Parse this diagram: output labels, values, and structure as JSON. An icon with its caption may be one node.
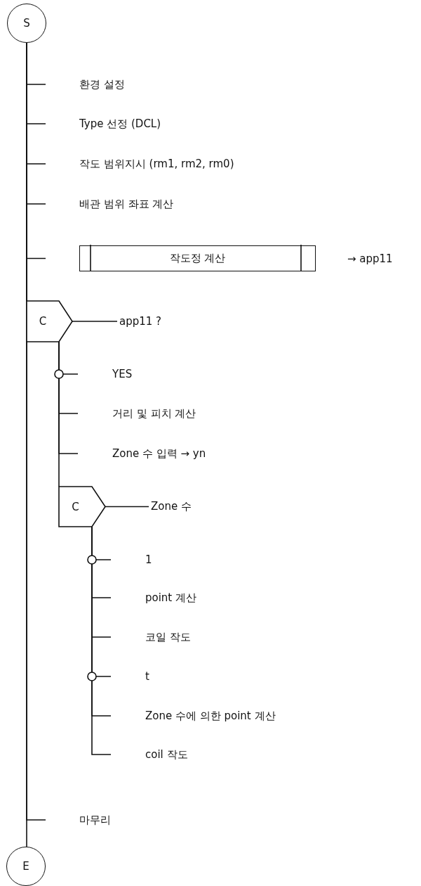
{
  "diagram": {
    "nodes": [
      {
        "text": [
          "S"
        ]
      },
      {
        "text": [
          "환경 설정"
        ]
      },
      {
        "text": [
          "Type 선정 (DCL)"
        ]
      },
      {
        "text": [
          "작도 범위지시 (rm1, rm2, rm0)"
        ]
      },
      {
        "text": [
          "배관 범위 좌표 계산"
        ]
      },
      {
        "text": [
          "작도정 계산"
        ],
        "beside": [
          "→ app11"
        ]
      },
      {
        "text": [
          "C"
        ]
      },
      {
        "text": [
          "app11 ?"
        ]
      },
      {
        "text": [
          "YES"
        ]
      },
      {
        "text": [
          "거리 및 피치 계산"
        ]
      },
      {
        "text": [
          "Zone 수 입력 → yn"
        ]
      },
      {
        "text": [
          "C"
        ]
      },
      {
        "text": [
          "Zone 수"
        ]
      },
      {
        "text": [
          "1"
        ]
      },
      {
        "text": [
          "point 계산"
        ]
      },
      {
        "text": [
          "코일 작도"
        ]
      },
      {
        "text": [
          "t"
        ]
      },
      {
        "text": [
          "Zone 수에 의한 point 계산"
        ]
      },
      {
        "text": [
          "coil 작도"
        ]
      },
      {
        "text": [
          "마무리"
        ]
      },
      {
        "text": [
          "E"
        ]
      }
    ],
    "edges": [
      {
        "from": 0,
        "to": 1,
        "arrow": "none"
      },
      {
        "from": 0,
        "to": 2,
        "arrow": "none"
      },
      {
        "from": 0,
        "to": 3,
        "arrow": "none"
      },
      {
        "from": 0,
        "to": 4,
        "arrow": "none"
      },
      {
        "from": 0,
        "to": 5,
        "arrow": "none"
      },
      {
        "from": 0,
        "to": 6,
        "arrow": "none"
      },
      {
        "from": 0,
        "to": 19,
        "arrow": "none"
      },
      {
        "from": 0,
        "to": 20,
        "arrow": "none"
      },
      {
        "from": 6,
        "to": 7,
        "arrow": "none"
      },
      {
        "from": 6,
        "to": 8,
        "arrow": "none"
      },
      {
        "from": 6,
        "to": 9,
        "arrow": "none"
      },
      {
        "from": 6,
        "to": 10,
        "arrow": "none"
      },
      {
        "from": 6,
        "to": 11,
        "arrow": "none"
      },
      {
        "from": 11,
        "to": 12,
        "arrow": "none"
      },
      {
        "from": 11,
        "to": 13,
        "arrow": "none"
      },
      {
        "from": 11,
        "to": 14,
        "arrow": "none"
      },
      {
        "from": 11,
        "to": 15,
        "arrow": "none"
      },
      {
        "from": 11,
        "to": 16,
        "arrow": "none"
      },
      {
        "from": 11,
        "to": 17,
        "arrow": "none"
      },
      {
        "from": 11,
        "to": 18,
        "arrow": "none"
      }
    ]
  }
}
